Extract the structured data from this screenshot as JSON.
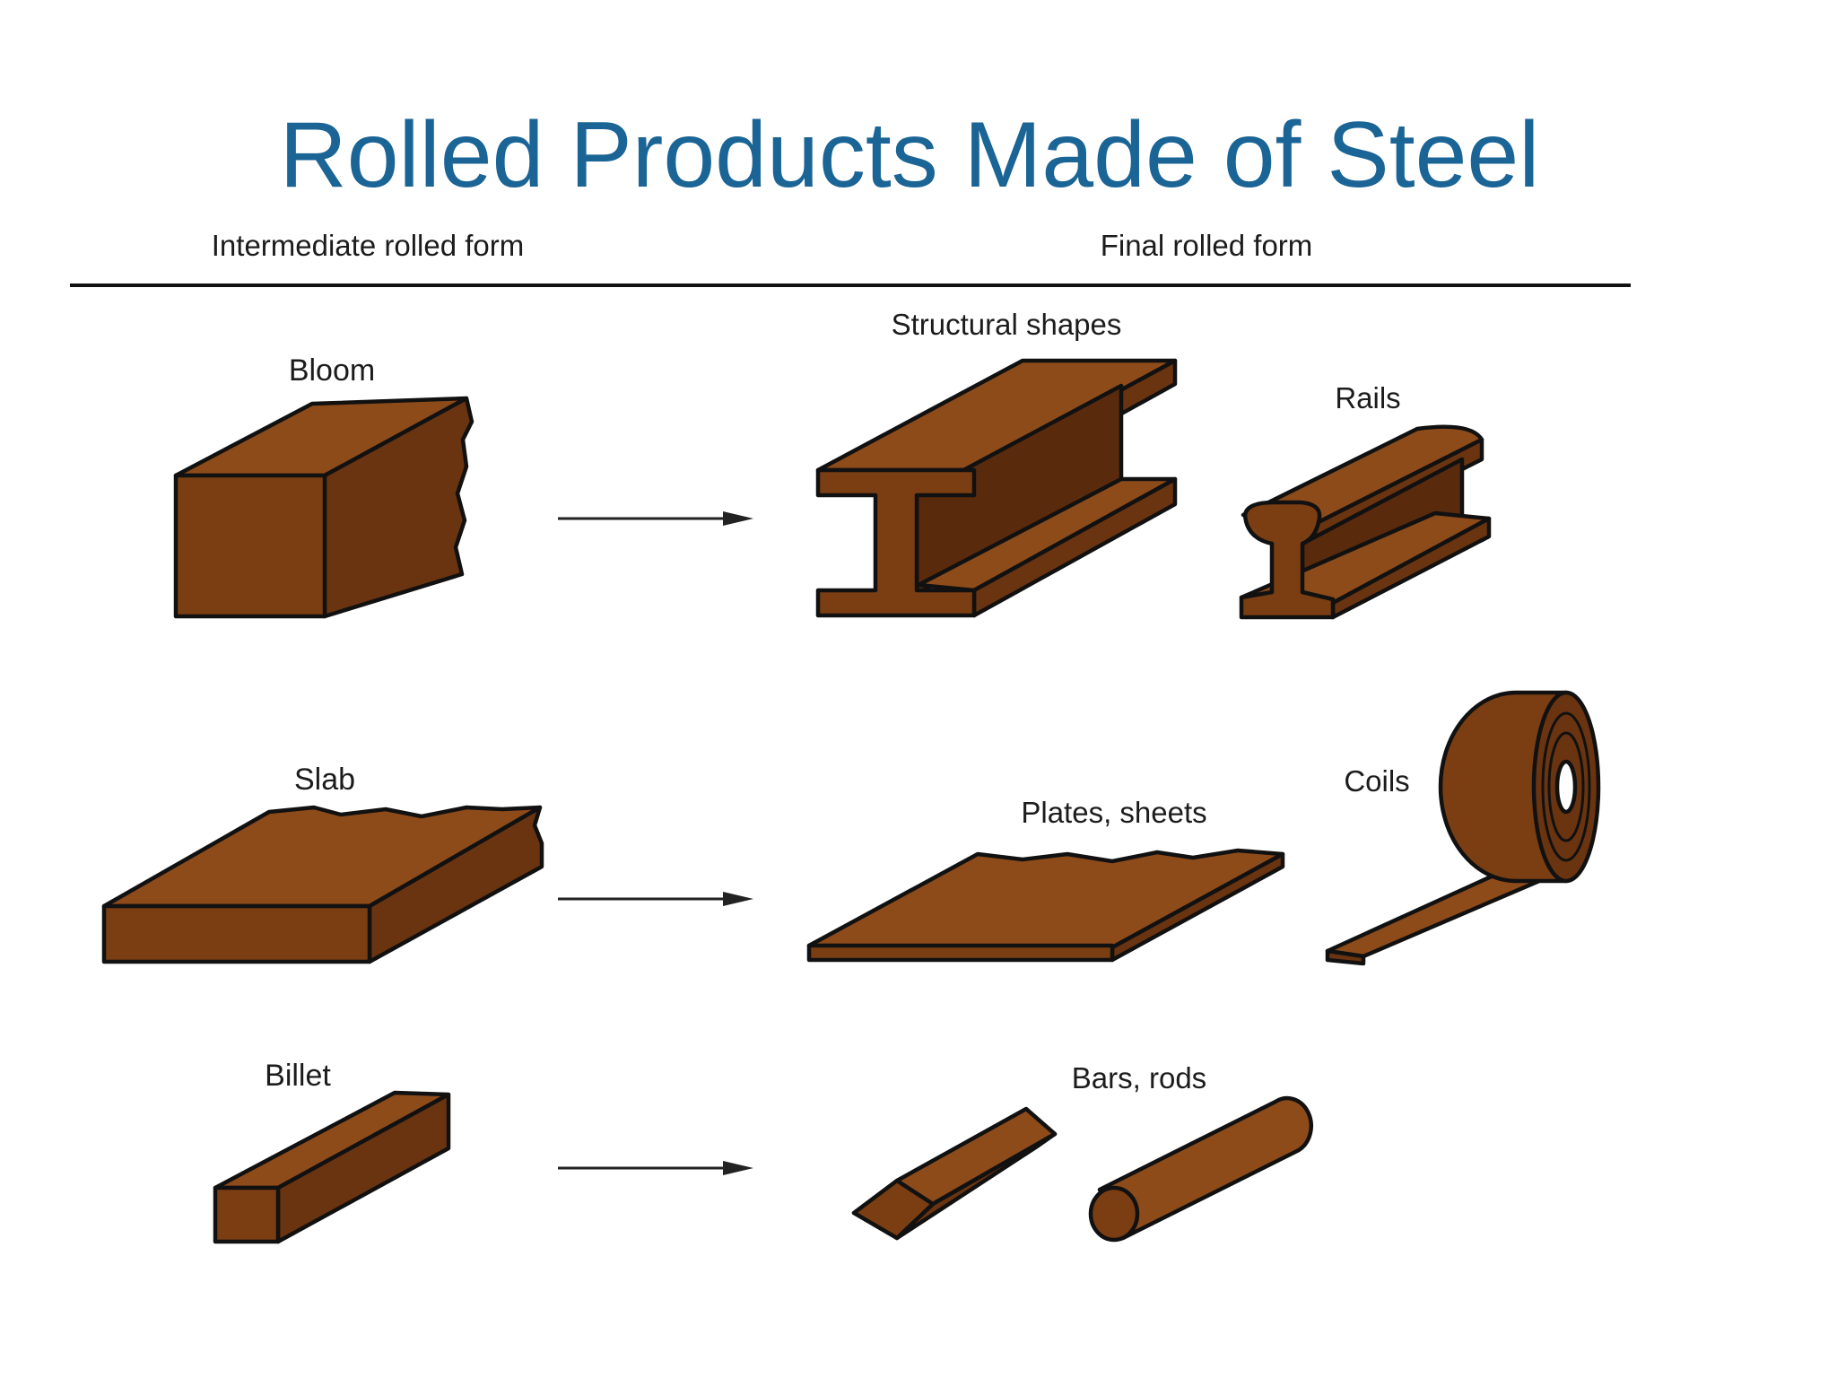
{
  "title": "Rolled Products Made of Steel",
  "headers": {
    "intermediate": "Intermediate rolled form",
    "final": "Final rolled form"
  },
  "labels": {
    "bloom": "Bloom",
    "slab": "Slab",
    "billet": "Billet",
    "structural_shapes": "Structural shapes",
    "rails": "Rails",
    "plates_sheets": "Plates, sheets",
    "coils": "Coils",
    "bars_rods": "Bars, rods"
  },
  "colors": {
    "title": "#1a6496",
    "steel_front": "#7a3e12",
    "steel_top": "#8e4b1a",
    "steel_side": "#6b3410",
    "outline": "#111111"
  }
}
